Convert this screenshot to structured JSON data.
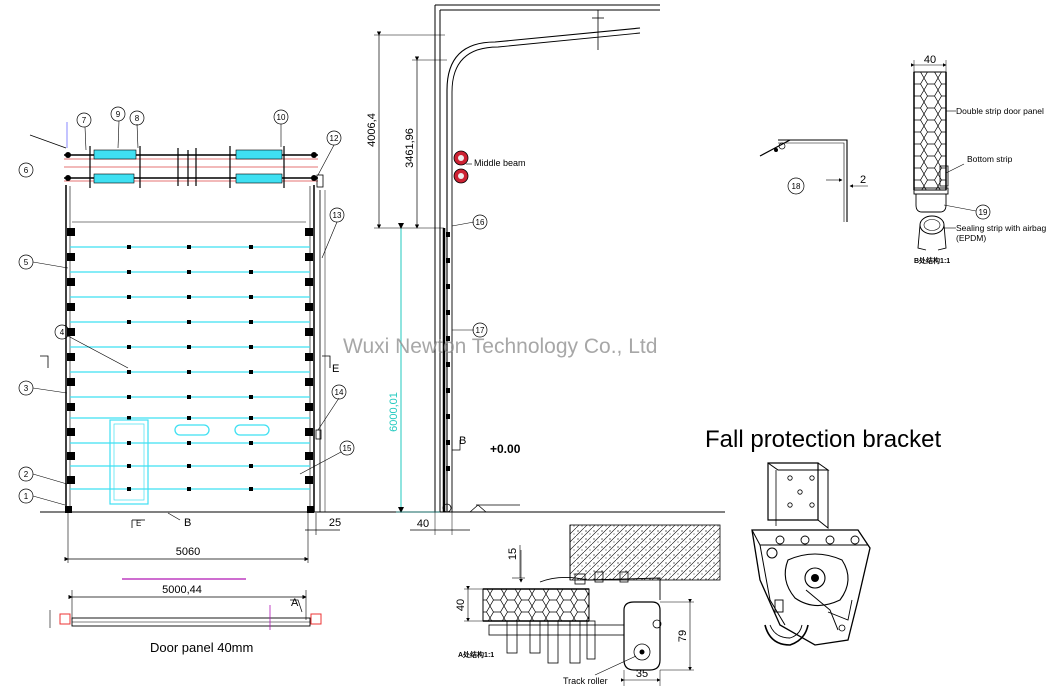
{
  "watermark": "Wuxi Newton Technology Co., Ltd",
  "front_view": {
    "callouts": [
      "1",
      "2",
      "3",
      "4",
      "5",
      "6",
      "7",
      "8",
      "9",
      "10",
      "12",
      "13",
      "14",
      "15"
    ],
    "dim_width": "5060",
    "dim_25": "25",
    "dim_inner": "5000,44",
    "section_marker_e": "E",
    "section_marker_b": "B",
    "caption": "Door panel 40mm",
    "marker_a": "A"
  },
  "side_view": {
    "dim_total": "4006,4",
    "dim_upper": "3461,96",
    "dim_height": "6000,01",
    "dim_bottom": "40",
    "label_middle_beam": "Middle beam",
    "callout_16": "16",
    "callout_17": "17",
    "marker_b": "B",
    "level": "+0.00"
  },
  "detail_b": {
    "dim_top": "40",
    "label_panel": "Double strip door panel",
    "label_bottom_strip": "Bottom strip",
    "callout_19": "19",
    "label_seal_1": "Sealing strip with airbag",
    "label_seal_2": "(EPDM)",
    "caption": "B处结构1:1"
  },
  "detail_18": {
    "callout": "18",
    "dim": "2"
  },
  "detail_a": {
    "dim_15": "15",
    "dim_40": "40",
    "dim_79": "79",
    "dim_35": "35",
    "label_track_roller": "Track roller",
    "caption": "A处结构1:1"
  },
  "bracket": {
    "title": "Fall protection bracket"
  }
}
